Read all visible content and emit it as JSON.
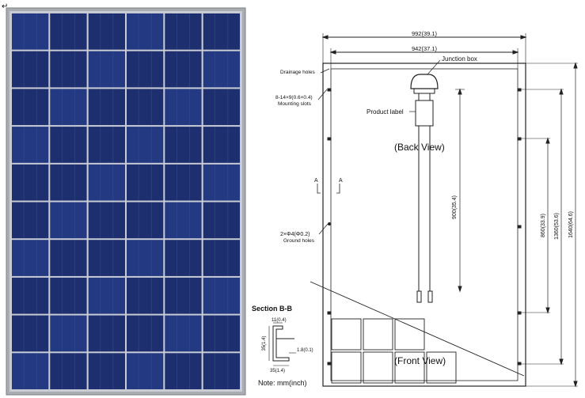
{
  "corner_mark": "↵",
  "panel": {
    "rows": 10,
    "cols": 6,
    "frame_color": "#9a9ea3",
    "cell_color": "#1d2f6e",
    "cell_color_alt": "#233a82",
    "gap_color": "#c9ccd4"
  },
  "drawing": {
    "dim_total_width": "992(39.1)",
    "dim_inner_width": "942(37.1)",
    "junction_box": "Junction box",
    "drainage_holes": "Drainage holes",
    "mounting_slots_dim": "8-14×9(0.6×0.4)",
    "mounting_slots": "Mounting slots",
    "product_label": "Product label",
    "back_view": "(Back View)",
    "section_marker": "A",
    "dim_cable": "900(35.4)",
    "dim_860": "860(33.9)",
    "dim_1360": "1360(53.6)",
    "dim_1640": "1640(64.6)",
    "ground_holes_dim": "2×Φ4(Φ0.2)",
    "ground_holes": "Ground holes",
    "front_view": "(Front View)",
    "section_title": "Section  B-B",
    "sec_dim_top": "11(0.4)",
    "sec_dim_left": "35(1.4)",
    "sec_dim_right": "1.8(0.1)",
    "sec_dim_bottom": "35(1.4)",
    "note": "Note:  mm(inch)"
  }
}
